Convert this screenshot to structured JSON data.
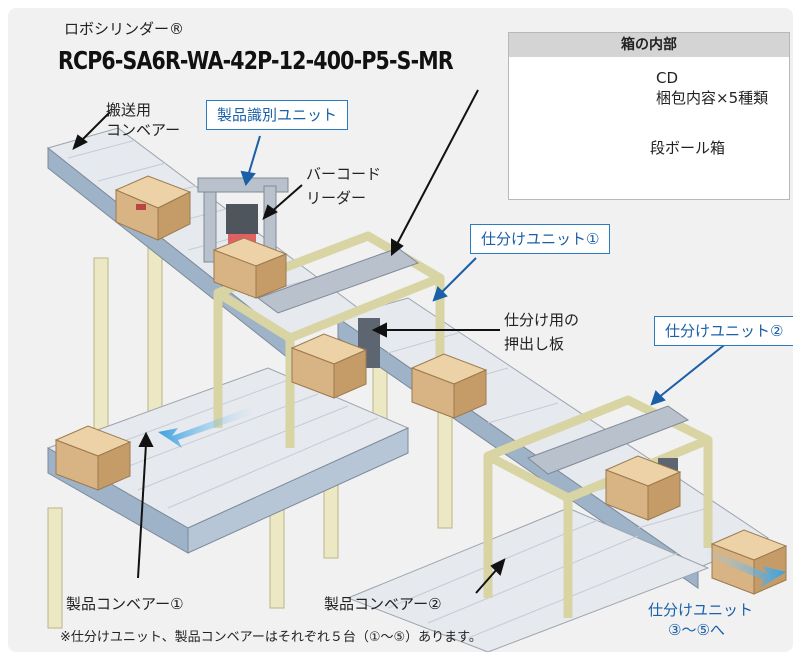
{
  "product": {
    "series_label": "ロボシリンダー®",
    "model": "RCP6-SA6R-WA-42P-12-400-P5-S-MR"
  },
  "legend_box": {
    "title": "箱の内部",
    "labels": {
      "cd": "CD",
      "contents": "梱包内容×5種類",
      "cardboard": "段ボール箱"
    }
  },
  "labels": {
    "transport_conveyor": [
      "搬送用",
      "コンベアー"
    ],
    "id_unit": "製品識別ユニット",
    "barcode_reader": [
      "バーコード",
      "リーダー"
    ],
    "sort_unit_1": "仕分けユニット①",
    "push_plate": [
      "仕分け用の",
      "押出し板"
    ],
    "sort_unit_2": "仕分けユニット②",
    "product_conveyor_1": "製品コンベアー①",
    "product_conveyor_2": "製品コンベアー②",
    "sort_unit_3_5": [
      "仕分けユニット",
      "③〜⑤へ"
    ]
  },
  "footnote": "※仕分けユニット、製品コンベアーはそれぞれ５台（①〜⑤）あります。",
  "colors": {
    "callout_border": "#2a7bc0",
    "callout_text": "#1a5fa8",
    "frame": "#f1efd0",
    "box": "#d8b384",
    "conveyor": "#e4e8ee",
    "arrow_flow": "#4fa8e0"
  }
}
